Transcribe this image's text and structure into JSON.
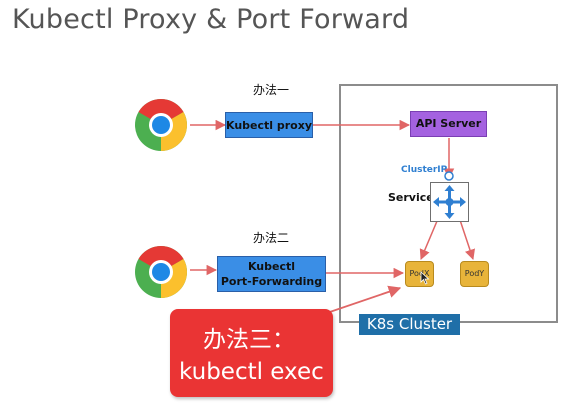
{
  "title": "Kubectl Proxy & Port Forward",
  "method_one_label": "办法一",
  "method_two_label": "办法二",
  "kubectl_proxy_label": "Kubectl proxy",
  "port_forward_box": {
    "line1": "Kubectl",
    "line2": "Port-Forwarding"
  },
  "api_server_label": "API Server",
  "clusterip_label": "ClusterIP",
  "service_label": "Service",
  "pods": [
    {
      "label": "PodX"
    },
    {
      "label": "PodY"
    }
  ],
  "cluster_label": "K8s Cluster",
  "callout": {
    "line1": "办法三：",
    "line2": "kubectl exec"
  },
  "icons": {
    "browser": "chrome-icon",
    "service": "service-icon"
  },
  "colors": {
    "arrow": "#e06666",
    "blue_box": "#3a8ee6",
    "api_server": "#a462e0",
    "pod": "#e8b43a",
    "cluster_label_bg": "#1f6fa8",
    "callout": "#ea3434"
  }
}
